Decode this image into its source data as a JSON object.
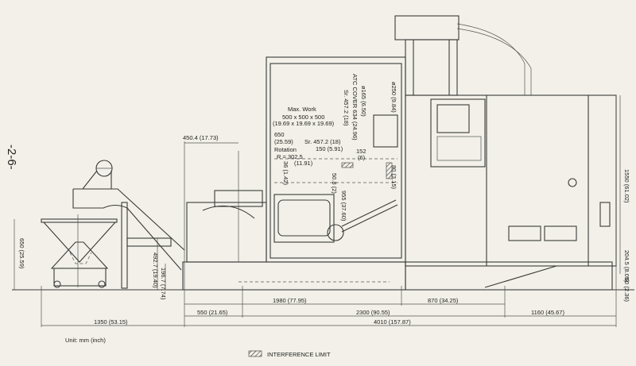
{
  "page_number": "-2-6-",
  "unit_note": "Unit: mm (inch)",
  "legend": {
    "label": "INTERFERENCE LIMIT",
    "swatch": "hatched"
  },
  "annotations": {
    "max_work_title": "Max. Work",
    "max_work_mm": "500 x 500 x 500",
    "max_work_in": "(19.69 x 19.69 x 19.69)",
    "rotation_title": "Rotation",
    "rotation_r": "R = 302.5",
    "rotation_in": "(11.91)"
  },
  "dimensions": {
    "d450": "450.4 (17.73)",
    "d650_top": "650",
    "d650_top_in": "(25.59)",
    "sr457_h": "Sr. 457.2 (18)",
    "d150": "150 (5.91)",
    "d36": "36 (1.42)",
    "sr457_v": "Sr. 457.2 (18)",
    "atc_cover": "ATC COVER 634 (24.96)",
    "phi165": "ø165 (6.50)",
    "phi250": "ø250 (9.84)",
    "d152": "152",
    "d152_in": "(6)",
    "d80": "80 (3.15)",
    "d50_8": "50.8 (2)",
    "d955": "955 (37.60)",
    "d1550": "1550 (61.02)",
    "d204_5": "204.5 (8.05)",
    "d60": "60 (2.36)",
    "d650_left": "650 (25.59)",
    "d492_7": "492.7 (19.40)",
    "d196_7": "196.7 (7.74)",
    "d1980": "1980 (77.95)",
    "d870": "870 (34.25)",
    "d550": "550 (21.65)",
    "d2300": "2300 (90.55)",
    "d1160": "1160 (45.67)",
    "d1350": "1350 (53.15)",
    "d4010": "4010 (157.87)"
  },
  "colors": {
    "paper": "#f2f0e8",
    "ink": "#3a3a3a"
  }
}
